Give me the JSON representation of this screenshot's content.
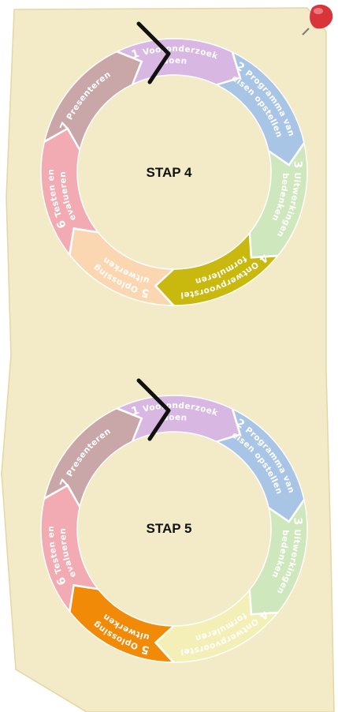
{
  "cycles": [
    {
      "title": "STAP 4",
      "active_step": 4,
      "steps": [
        {
          "number": "1",
          "lines": [
            "Vooronderzoek",
            "doen"
          ],
          "color": "#d8b8e2"
        },
        {
          "number": "2",
          "lines": [
            "Programma van",
            "eisen opstellen"
          ],
          "color": "#a9c5e6"
        },
        {
          "number": "3",
          "lines": [
            "Uitwerkingen",
            "bedenken"
          ],
          "color": "#cfe7bd"
        },
        {
          "number": "4",
          "lines": [
            "Ontwerpvoorstel",
            "formuleren"
          ],
          "color": "#c9b90e"
        },
        {
          "number": "5",
          "lines": [
            "Oplossing",
            "uitwerken"
          ],
          "color": "#fbd7b1"
        },
        {
          "number": "6",
          "lines": [
            "Testen en",
            "evalueren"
          ],
          "color": "#f2aab3"
        },
        {
          "number": "7",
          "lines": [
            "Presenteren"
          ],
          "color": "#c9a7a9"
        }
      ]
    },
    {
      "title": "STAP 5",
      "active_step": 5,
      "steps": [
        {
          "number": "1",
          "lines": [
            "Vooronderzoek",
            "doen"
          ],
          "color": "#d8b8e2"
        },
        {
          "number": "2",
          "lines": [
            "Programma van",
            "eisen opstellen"
          ],
          "color": "#a9c5e6"
        },
        {
          "number": "3",
          "lines": [
            "Uitwerkingen",
            "bedenken"
          ],
          "color": "#cfe7bd"
        },
        {
          "number": "4",
          "lines": [
            "Ontwerpvoorstel",
            "formuleren"
          ],
          "color": "#f3efb6"
        },
        {
          "number": "5",
          "lines": [
            "Oplossing",
            "uitwerken"
          ],
          "color": "#f08a07"
        },
        {
          "number": "6",
          "lines": [
            "Testen en",
            "evalueren"
          ],
          "color": "#f2aab3"
        },
        {
          "number": "7",
          "lines": [
            "Presenteren"
          ],
          "color": "#c9a7a9"
        }
      ]
    }
  ],
  "colors": {
    "paper": "#f3ebc8",
    "outline": "#ffffff",
    "marker": "#111111",
    "pin": "#d8343a"
  },
  "icons": [
    "push-pin-icon",
    "start-marker-icon"
  ]
}
